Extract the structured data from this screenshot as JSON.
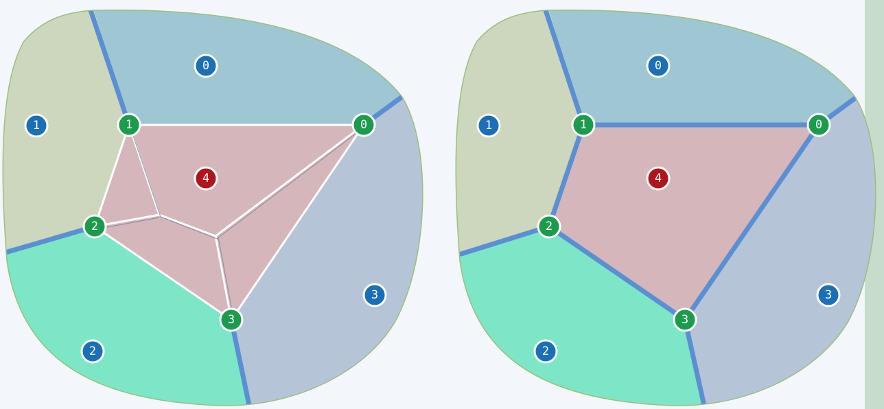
{
  "colors": {
    "background": "#f3f7fb",
    "region_0": "#9fc6d3",
    "region_1": "#cdd7bd",
    "region_2": "#7de6c6",
    "region_3": "#b5c4d7",
    "region_4": "#d5b7bb",
    "boundary": "#5b8fd4",
    "outline": "#9bbf7c",
    "mesh_line": "#ffffff",
    "region_badge": "#1a6fb7",
    "vertex_badge": "#1c9b4c",
    "center_badge": "#b0141c"
  },
  "panels": [
    {
      "regions": [
        {
          "label": "0",
          "kind": "region"
        },
        {
          "label": "1",
          "kind": "region"
        },
        {
          "label": "2",
          "kind": "region"
        },
        {
          "label": "3",
          "kind": "region"
        },
        {
          "label": "4",
          "kind": "center"
        }
      ],
      "vertices": [
        {
          "label": "0"
        },
        {
          "label": "1"
        },
        {
          "label": "2"
        },
        {
          "label": "3"
        }
      ]
    },
    {
      "regions": [
        {
          "label": "0",
          "kind": "region"
        },
        {
          "label": "1",
          "kind": "region"
        },
        {
          "label": "2",
          "kind": "region"
        },
        {
          "label": "3",
          "kind": "region"
        },
        {
          "label": "4",
          "kind": "center"
        }
      ],
      "vertices": [
        {
          "label": "0"
        },
        {
          "label": "1"
        },
        {
          "label": "2"
        },
        {
          "label": "3"
        }
      ]
    }
  ]
}
